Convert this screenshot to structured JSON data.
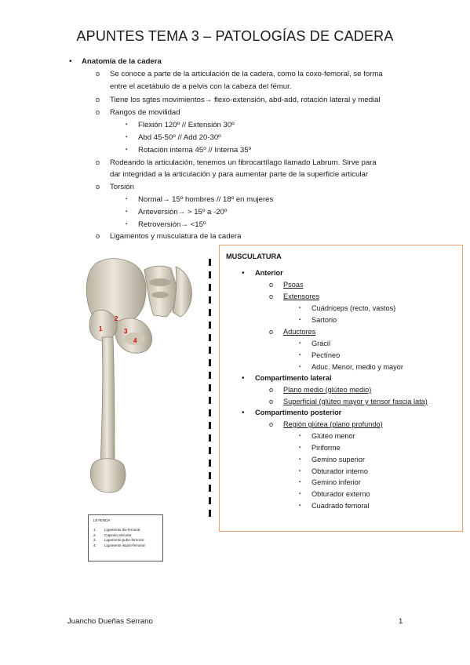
{
  "title": "APUNTES TEMA 3 – PATOLOGÍAS DE CADERA",
  "outline": {
    "section": "Anatomía de la cadera",
    "bullet_main": "•",
    "bullet_sub": "o",
    "bullet_leaf": "▪",
    "items": [
      {
        "line1": "Se conoce a parte de la articulación de la cadera, como la coxo-femoral, se forma",
        "line2": "entre el acetábulo de a pelvis con la cabeza del fémur."
      },
      {
        "line1": "Tiene los sgtes movimientos→ flexo-extensión, abd-add, rotación lateral y medial"
      },
      {
        "line1": "Rangos de movilidad",
        "subs": [
          "Flexión 120º // Extensión 30º",
          "Abd 45-50º // Add 20-30º",
          "Rotación interna 45º // Interna 35º"
        ]
      },
      {
        "line1": "Rodeando la articulación, tenemos un fibrocartílago llamado Labrum. Sirve para",
        "line2": "dar integridad a la articulación y para aumentar parte de la superficie articular"
      },
      {
        "line1": "Torsión",
        "subs": [
          "Normal→ 15º hombres // 18º en mujeres",
          "Anteversión→  > 15º a -20º",
          "Retroversión→ <15º"
        ]
      },
      {
        "line1": "Ligamentos y musculatura de la cadera"
      }
    ]
  },
  "figure": {
    "labels": [
      "1",
      "2",
      "3",
      "4"
    ],
    "legend_title": "LEYENDA",
    "legend_items": [
      {
        "num": "1.",
        "text": "Ligamento Ilio-femoral"
      },
      {
        "num": "2.",
        "text": "Capsula articular"
      },
      {
        "num": "3.",
        "text": "Ligamento pubo-femoral"
      },
      {
        "num": "4.",
        "text": "Ligamento isquio-femoral"
      }
    ],
    "label_color": "#e00000"
  },
  "musculatura": {
    "heading": "MUSCULATURA",
    "border_color": "#f0a070",
    "anterior": "Anterior",
    "psoas": "Psoas",
    "extensores": "Extensores",
    "extensores_items": [
      "Cuádriceps (recto, vastos)",
      "Sartorio"
    ],
    "aductores": "Aductores",
    "aductores_items": [
      "Grácil",
      "Pectíneo",
      "Aduc. Menor, medio y mayor"
    ],
    "lateral": "Compartimento lateral",
    "lateral_items": [
      "Plano medio (glúteo medio)",
      "Superficial (glúteo mayor y tensor fascia lata)"
    ],
    "posterior": "Compartimento posterior",
    "region": "Región glútea (plano profundo)",
    "region_items": [
      "Glúteo menor",
      "Piriforme",
      "Gemino superior",
      "Obturador interno",
      "Gemino inferior",
      "Obturador externo",
      "Cuadrado femoral"
    ]
  },
  "footer": {
    "author": "Juancho Dueñas Serrano",
    "page": "1"
  }
}
